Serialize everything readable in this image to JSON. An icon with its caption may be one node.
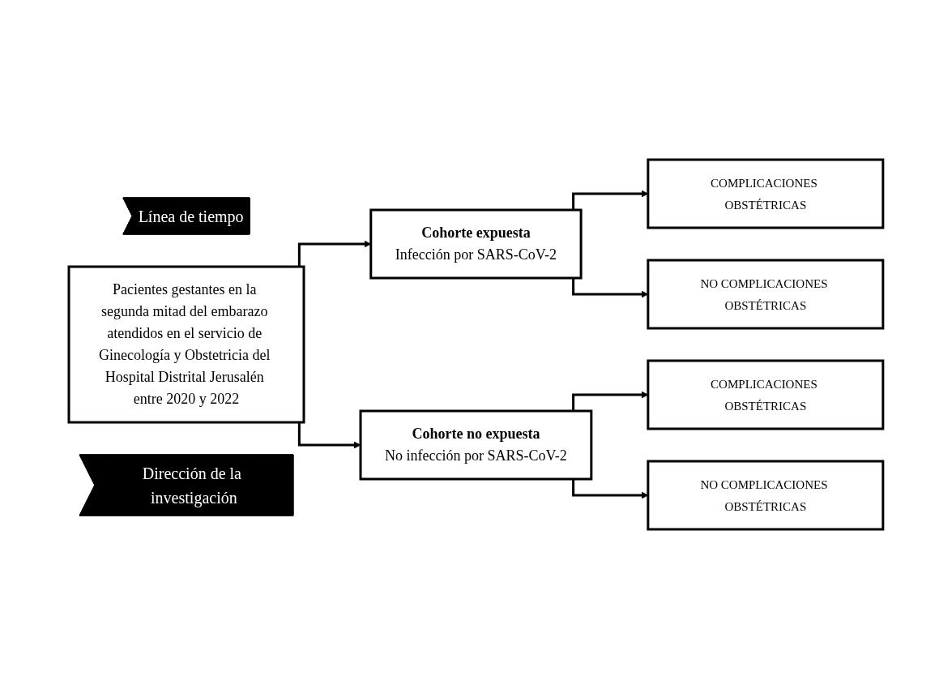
{
  "diagram": {
    "nodes": [
      {
        "text": [
          "Línea de tiempo"
        ]
      },
      {
        "text": [
          "Pacientes gestantes en la segunda mitad del embarazo atendidos en el servicio de Ginecología y Obstetricia del Hospital Distrital Jerusalén entre 2020 y 2022"
        ]
      },
      {
        "text": [
          "Cohorte expuesta",
          "Infección por SARS-CoV-2"
        ]
      },
      {
        "text": [
          "Cohorte no expuesta",
          "No infección por SARS-CoV-2"
        ]
      },
      {
        "text": [
          "COMPLICACIONES OBSTÉTRICAS"
        ]
      },
      {
        "text": [
          "NO COMPLICACIONES OBSTÉTRICAS"
        ]
      },
      {
        "text": [
          "COMPLICACIONES OBSTÉTRICAS"
        ]
      },
      {
        "text": [
          "NO COMPLICACIONES OBSTÉTRICAS"
        ]
      },
      {
        "text": [
          "Dirección de la investigación"
        ]
      }
    ],
    "edges": [
      {
        "from": 1,
        "to": 2,
        "arrow": "to"
      },
      {
        "from": 1,
        "to": 3,
        "arrow": "to"
      },
      {
        "from": 2,
        "to": 4,
        "arrow": "to"
      },
      {
        "from": 2,
        "to": 5,
        "arrow": "to"
      },
      {
        "from": 3,
        "to": 6,
        "arrow": "to"
      },
      {
        "from": 3,
        "to": 7,
        "arrow": "to"
      }
    ]
  }
}
